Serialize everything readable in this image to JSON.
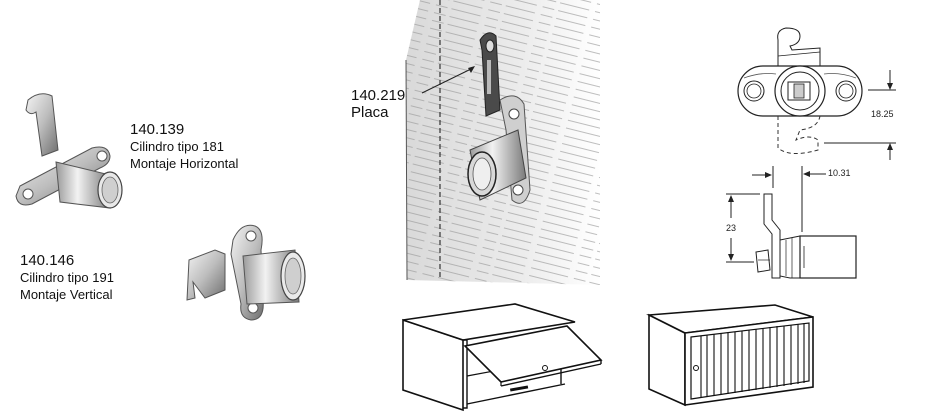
{
  "products": [
    {
      "code": "140.139",
      "line1": "Cilindro tipo 181",
      "line2": "Montaje Horizontal"
    },
    {
      "code": "140.146",
      "line1": "Cilindro tipo 191",
      "line2": "Montaje Vertical"
    },
    {
      "code": "140.219",
      "line1": "Placa"
    }
  ],
  "dimensions": {
    "height_offset": "18.25",
    "depth": "10.31",
    "arm_length": "23"
  },
  "illustrations": {
    "horizontal_lock": "lock-horizontal-mount",
    "vertical_lock": "lock-vertical-mount",
    "mounted_plate": "lock-mounted-on-panel",
    "front_drawing": "technical-front-view",
    "side_drawing": "technical-side-view",
    "cabinet_flap": "cabinet-with-lift-up-door",
    "cabinet_shutter": "cabinet-with-tambour-door"
  }
}
